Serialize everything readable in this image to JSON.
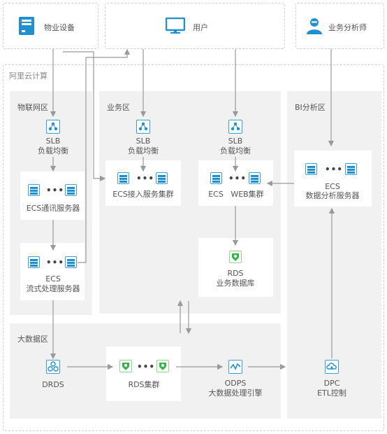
{
  "top": {
    "equipment": "物业设备",
    "user": "用户",
    "analyst": "业务分析师"
  },
  "cloud_label": "阿里云计算",
  "zones": {
    "iot": "物联网区",
    "business": "业务区",
    "bi": "BI分析区",
    "bigdata": "大数据区"
  },
  "nodes": {
    "slb1": {
      "title": "SLB",
      "sub": "负载均衡"
    },
    "slb2": {
      "title": "SLB",
      "sub": "负载均衡"
    },
    "slb3": {
      "title": "SLB",
      "sub": "负载均衡"
    },
    "ecs_comm": "ECS通讯服务器",
    "ecs_stream": {
      "title": "ECS",
      "sub": "流式处理服务器"
    },
    "ecs_access": "ECS接入服务集群",
    "ecs_web": {
      "a": "ECS",
      "b": "WEB集群"
    },
    "rds_biz": {
      "title": "RDS",
      "sub": "业务数据库"
    },
    "ecs_analysis": {
      "title": "ECS",
      "sub": "数据分析服务器"
    },
    "drds": "DRDS",
    "rds_cluster": "RDS集群",
    "odps": {
      "title": "ODPS",
      "sub": "大数据处理引擎"
    },
    "dpc": {
      "title": "DPC",
      "sub": "ETL控制"
    }
  },
  "dots": "•••",
  "colors": {
    "accent": "#1f8fd0",
    "green": "#38b54a",
    "line": "#9a9a9a"
  },
  "icons": [
    "device-icon",
    "monitor-icon",
    "person-icon",
    "slb-icon",
    "server-icon",
    "rds-icon",
    "drds-icon",
    "odps-icon",
    "dpc-icon"
  ]
}
